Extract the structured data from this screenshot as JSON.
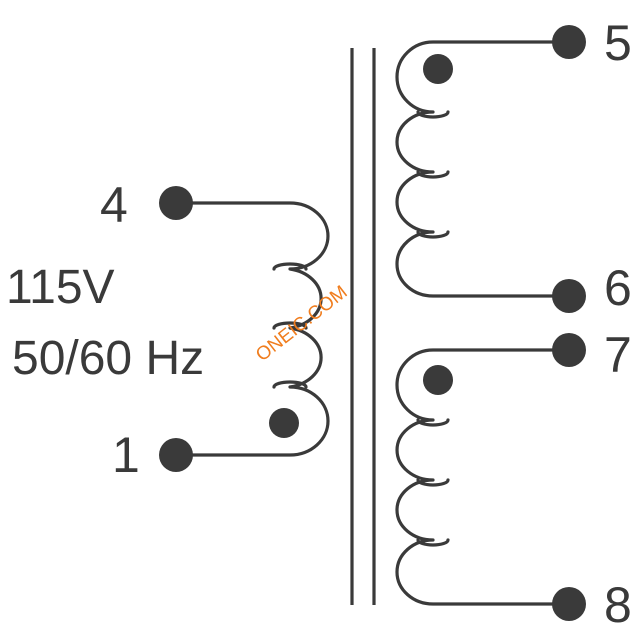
{
  "colors": {
    "stroke": "#3a3a3a",
    "watermark": "#f07d1e",
    "background": "#ffffff"
  },
  "primary": {
    "pin_top": "4",
    "pin_bottom": "1",
    "voltage": "115V",
    "frequency": "50/60 Hz"
  },
  "secondary_upper": {
    "pin_top": "5",
    "pin_bottom": "6"
  },
  "secondary_lower": {
    "pin_top": "7",
    "pin_bottom": "8"
  },
  "watermark": "ONEIC.COM"
}
